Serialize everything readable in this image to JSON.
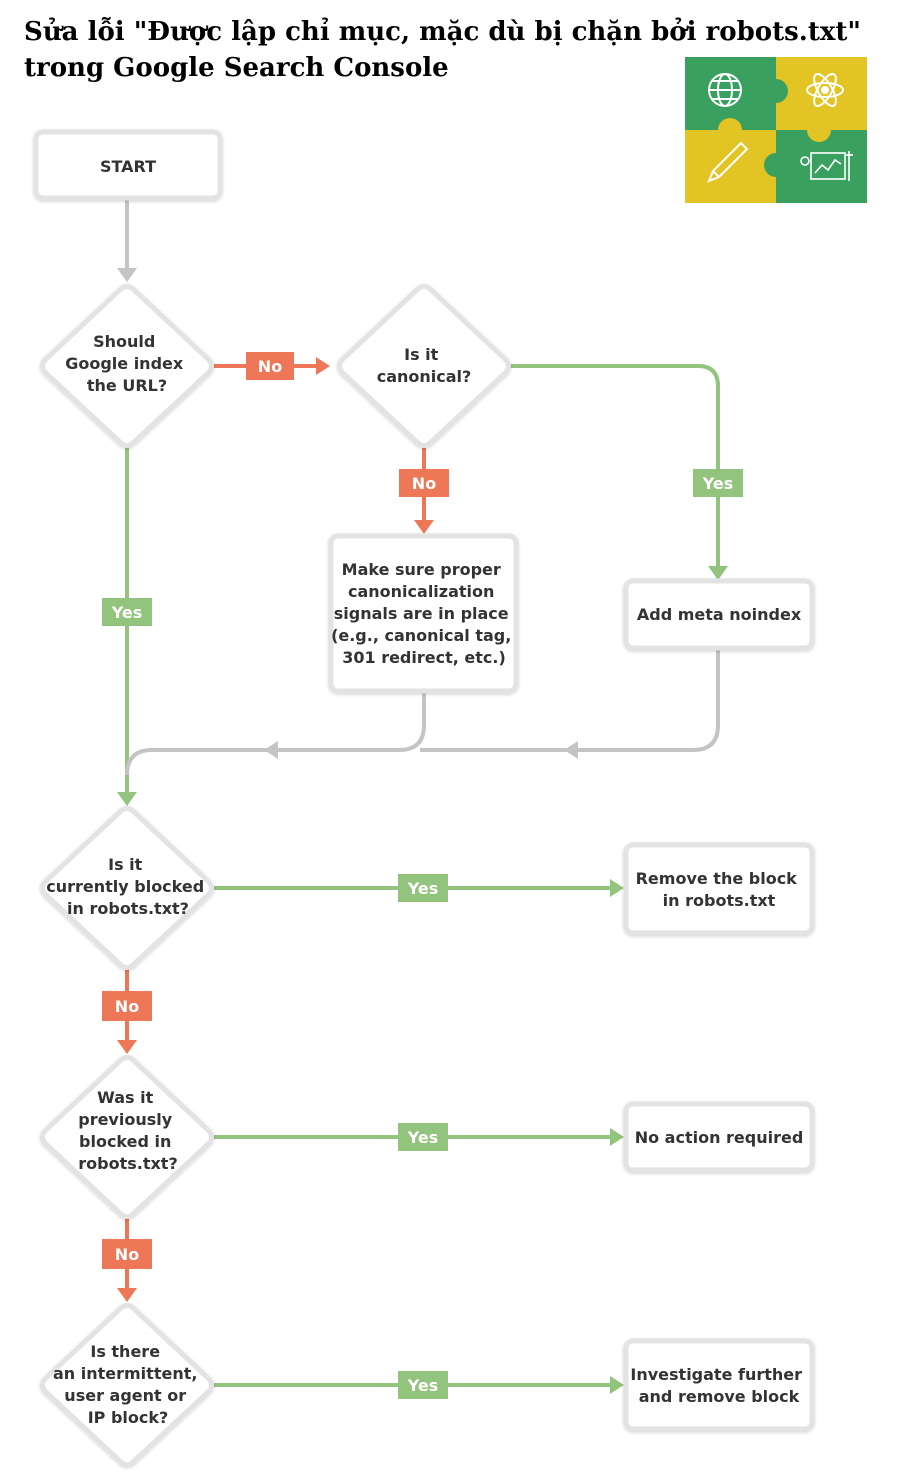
{
  "title": {
    "line1": "Sửa lỗi \"Được lập chỉ mục, mặc dù bị chặn bởi robots.txt\"",
    "line2": "trong Google Search Console"
  },
  "colors": {
    "yes": "#93c47d",
    "no": "#ee7757",
    "neutral": "#c4c4c4",
    "box_border": "#e6e6e6",
    "text": "#333333",
    "puzzle_green": "#3aa05f",
    "puzzle_yellow": "#e2c425"
  },
  "puzzle_icons": [
    "globe-icon",
    "atom-icon",
    "pencil-icon",
    "chart-tools-icon"
  ],
  "nodes": {
    "start": {
      "lines": [
        "START"
      ]
    },
    "q_index": {
      "lines": [
        "Should",
        "Google index",
        "the URL?"
      ]
    },
    "q_canonical": {
      "lines": [
        "Is it",
        "canonical?"
      ]
    },
    "a_canonicalize": {
      "lines": [
        "Make sure proper",
        "canonicalization",
        "signals are in place",
        "(e.g., canonical tag,",
        "301 redirect, etc.)"
      ]
    },
    "a_noindex": {
      "lines": [
        "Add meta noindex"
      ]
    },
    "q_blocked": {
      "lines": [
        "Is it",
        "currently blocked",
        "in robots.txt?"
      ]
    },
    "a_remove": {
      "lines": [
        "Remove the block",
        "in robots.txt"
      ]
    },
    "q_previous": {
      "lines": [
        "Was it",
        "previously",
        "blocked in",
        "robots.txt?"
      ]
    },
    "a_no_action": {
      "lines": [
        "No action required"
      ]
    },
    "q_intermittent": {
      "lines": [
        "Is there",
        "an intermittent,",
        "user agent or",
        "IP block?"
      ]
    },
    "a_investigate": {
      "lines": [
        "Investigate further",
        "and remove block"
      ]
    }
  },
  "labels": {
    "no_index": "No",
    "no_canonical": "No",
    "yes_canonical": "Yes",
    "yes_index": "Yes",
    "yes_blocked": "Yes",
    "no_blocked": "No",
    "yes_previous": "Yes",
    "no_previous": "No",
    "yes_intermittent": "Yes"
  }
}
